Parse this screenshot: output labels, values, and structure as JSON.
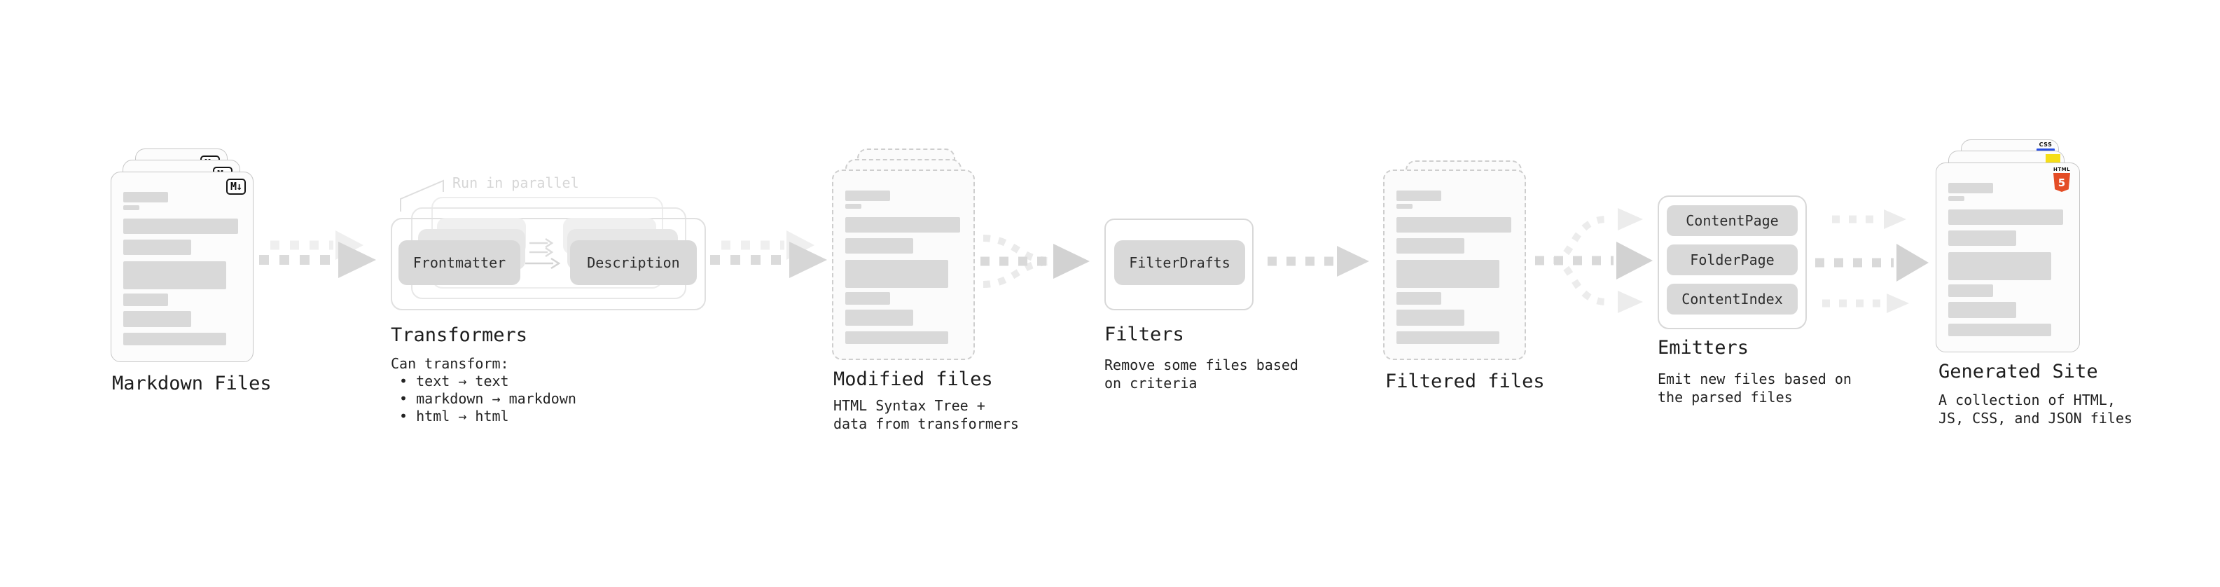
{
  "diagram": {
    "stages": {
      "markdown_files": {
        "title": "Markdown Files",
        "file_count": 3
      },
      "transformers": {
        "title": "Transformers",
        "annotation": "Run in parallel",
        "input_pill": "Frontmatter",
        "output_pill": "Description",
        "notes": "Can transform:\n • text → text\n • markdown → markdown\n • html → html"
      },
      "modified_files": {
        "title": "Modified files",
        "notes": "HTML Syntax Tree +\ndata from transformers"
      },
      "filters": {
        "title": "Filters",
        "pill": "FilterDrafts",
        "notes": "Remove some files based\non criteria"
      },
      "filtered_files": {
        "title": "Filtered files"
      },
      "emitters": {
        "title": "Emitters",
        "pills": [
          "ContentPage",
          "FolderPage",
          "ContentIndex"
        ],
        "notes": "Emit new files based on\nthe parsed files"
      },
      "generated_site": {
        "title": "Generated Site",
        "notes": "A collection of HTML,\nJS, CSS, and JSON files"
      }
    },
    "icons": {
      "markdown_badge": "M↓",
      "html5_word": "HTML",
      "html5_number": "5",
      "css_word": "CSS"
    },
    "colors": {
      "placeholder_gray": "#d9d9d9",
      "arrow_main": "#d9d9d9",
      "arrow_ghost": "#ececec",
      "arrow_head": "#d2d2d2",
      "card_border": "#c7c7c7",
      "dashed_border": "#cecece",
      "title_text": "#1d1d1d",
      "annotation_gray": "#d6d6d6",
      "html5_orange": "#e44d26",
      "js_yellow": "#f5de19",
      "css_blue": "#264de4"
    }
  }
}
